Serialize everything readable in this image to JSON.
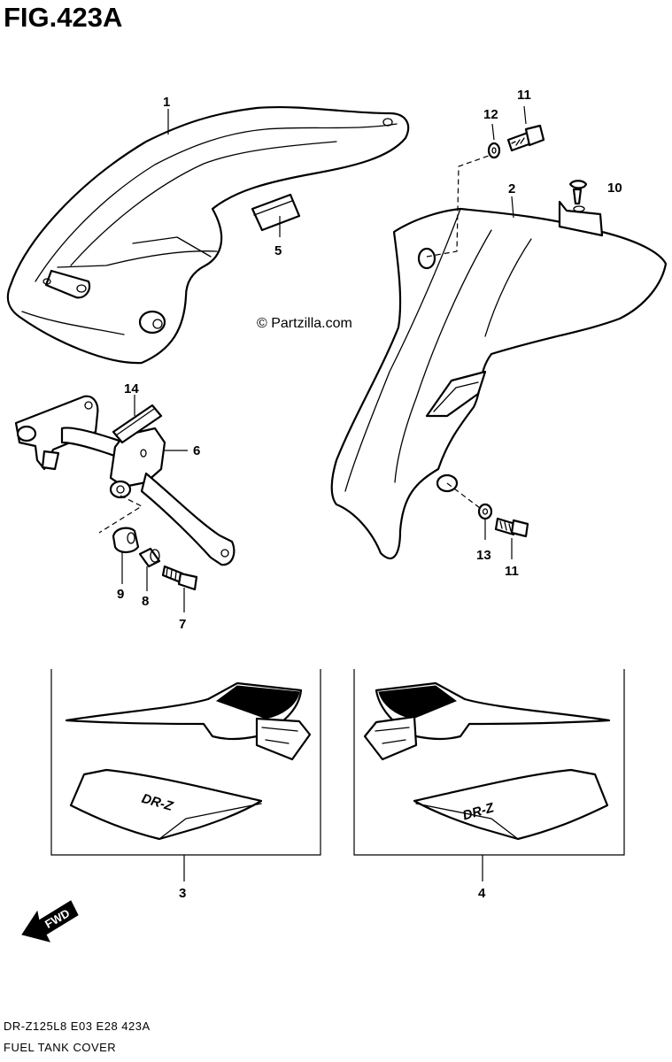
{
  "figure": {
    "title": "FIG.423A",
    "watermark": "© Partzilla.com",
    "model_code": "DR-Z125L8  E03  E28  423A",
    "section_name": "FUEL TANK COVER"
  },
  "callouts": [
    {
      "id": "1",
      "label": "1"
    },
    {
      "id": "2",
      "label": "2"
    },
    {
      "id": "3",
      "label": "3"
    },
    {
      "id": "4",
      "label": "4"
    },
    {
      "id": "5",
      "label": "5"
    },
    {
      "id": "6",
      "label": "6"
    },
    {
      "id": "7",
      "label": "7"
    },
    {
      "id": "8",
      "label": "8"
    },
    {
      "id": "9",
      "label": "9"
    },
    {
      "id": "10",
      "label": "10"
    },
    {
      "id": "11a",
      "label": "11"
    },
    {
      "id": "11b",
      "label": "11"
    },
    {
      "id": "12",
      "label": "12"
    },
    {
      "id": "13",
      "label": "13"
    },
    {
      "id": "14",
      "label": "14"
    }
  ],
  "direction_badge": {
    "label": "FWD"
  },
  "decal_text": "DR-Z"
}
